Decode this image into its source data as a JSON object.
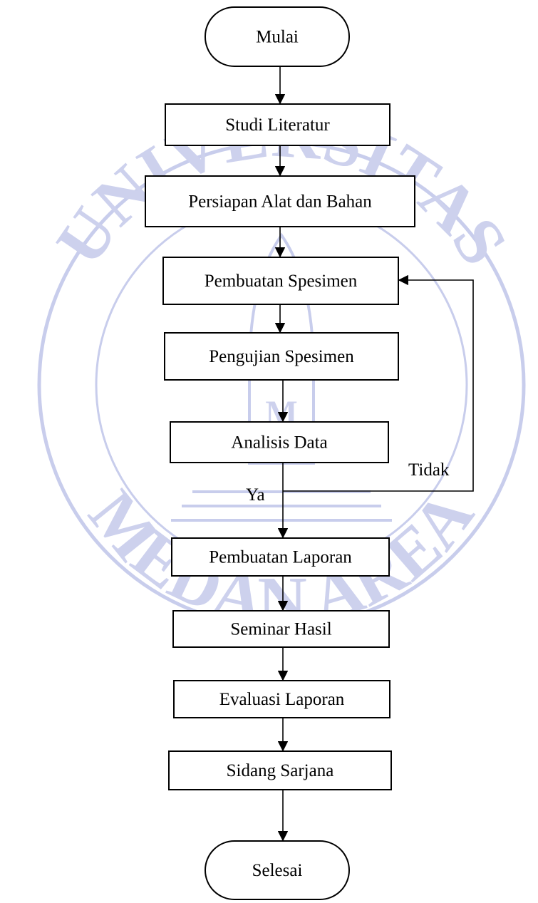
{
  "diagram": {
    "nodes": [
      {
        "id": "mulai",
        "label": "Mulai",
        "shape": "terminal"
      },
      {
        "id": "studi",
        "label": "Studi Literatur",
        "shape": "process"
      },
      {
        "id": "persiapan",
        "label": "Persiapan Alat dan Bahan",
        "shape": "process"
      },
      {
        "id": "pembuatan_spesimen",
        "label": "Pembuatan Spesimen",
        "shape": "process"
      },
      {
        "id": "pengujian",
        "label": "Pengujian Spesimen",
        "shape": "process"
      },
      {
        "id": "analisis",
        "label": "Analisis Data",
        "shape": "process"
      },
      {
        "id": "laporan",
        "label": "Pembuatan Laporan",
        "shape": "process"
      },
      {
        "id": "seminar",
        "label": "Seminar Hasil",
        "shape": "process"
      },
      {
        "id": "evaluasi",
        "label": "Evaluasi Laporan",
        "shape": "process"
      },
      {
        "id": "sidang",
        "label": "Sidang Sarjana",
        "shape": "process"
      },
      {
        "id": "selesai",
        "label": "Selesai",
        "shape": "terminal"
      }
    ],
    "edges": [
      {
        "from": "mulai",
        "to": "studi"
      },
      {
        "from": "studi",
        "to": "persiapan"
      },
      {
        "from": "persiapan",
        "to": "pembuatan_spesimen"
      },
      {
        "from": "pembuatan_spesimen",
        "to": "pengujian"
      },
      {
        "from": "pengujian",
        "to": "analisis"
      },
      {
        "from": "analisis",
        "to": "laporan",
        "label": "Ya"
      },
      {
        "from": "analisis",
        "to": "pembuatan_spesimen",
        "label": "Tidak"
      },
      {
        "from": "laporan",
        "to": "seminar"
      },
      {
        "from": "seminar",
        "to": "evaluasi"
      },
      {
        "from": "evaluasi",
        "to": "sidang"
      },
      {
        "from": "sidang",
        "to": "selesai"
      }
    ],
    "labels": {
      "yes": "Ya",
      "no": "Tidak"
    }
  },
  "watermark": {
    "top_text": "UNIVERSITAS",
    "bottom_text": "MEDAN AREA",
    "emblem_letter_1": "U",
    "emblem_letter_2": "M",
    "color": "#c3c8ea"
  }
}
